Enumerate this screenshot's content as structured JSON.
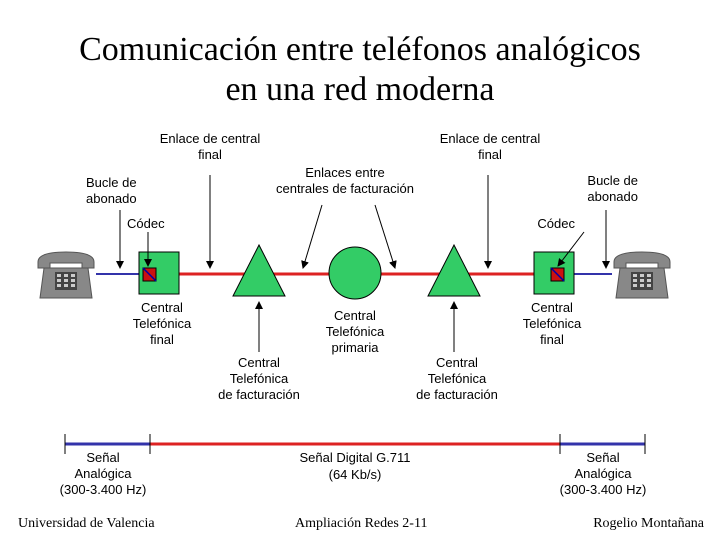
{
  "title": {
    "line1": "Comunicación entre teléfonos analógicos",
    "line2": "en una red moderna"
  },
  "labels": {
    "enlace_left": "Enlace de central\nfinal",
    "enlace_right": "Enlace de central\nfinal",
    "enlaces_entre": "Enlaces entre\ncentrales de facturación",
    "bucle_left": "Bucle de\nabonado",
    "bucle_right": "Bucle de\nabonado",
    "codec_left": "Códec",
    "codec_right": "Códec",
    "central_final_left": "Central\nTelefónica\nfinal",
    "central_final_right": "Central\nTelefónica\nfinal",
    "central_primaria": "Central\nTelefónica\nprimaria",
    "central_fact_left": "Central\nTelefónica\nde facturación",
    "central_fact_right": "Central\nTelefónica\nde facturación",
    "senal_left": "Señal\nAnalógica\n(300-3.400 Hz)",
    "senal_right": "Señal\nAnalógica\n(300-3.400 Hz)",
    "senal_digital_1": "Señal Digital G.711",
    "senal_digital_2": "(64 Kb/s)"
  },
  "footer": {
    "left": "Universidad de Valencia",
    "center": "Ampliación Redes 2-11",
    "right": "Rogelio Montañana"
  },
  "colors": {
    "node_fill": "#33cc66",
    "analog_line": "#3333aa",
    "digital_line": "#dd2222",
    "codec_fill": "#cc1111",
    "phone": "#888888"
  }
}
